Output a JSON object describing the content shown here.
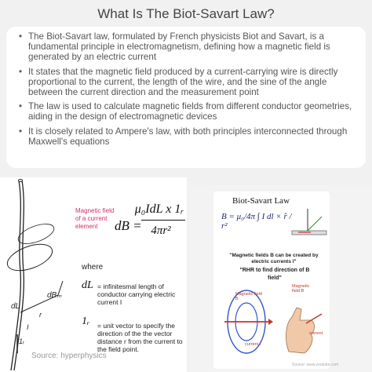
{
  "title": "What Is The Biot-Savart Law?",
  "bullets": [
    "The Biot-Savart law, formulated by French physicists Biot and Savart, is a fundamental principle in electromagnetism, defining how a magnetic field is generated by an electric current",
    "It states that the magnetic field produced by a current-carrying wire is directly proportional to the current, the length of the wire, and the sine of the angle between the current direction and the measurement point",
    "The law is used to calculate magnetic fields from different conductor geometries, aiding in the design of electromagnetic devices",
    "It is closely related to Ampere's law, with both principles interconnected through Maxwell's equations"
  ],
  "left_figure": {
    "red_label": "Magnetic field of a current element",
    "equation_lhs": "dB =",
    "numerator": "μ₀IdL x 1ᵣ",
    "denominator": "4πr²",
    "where": "where",
    "dL_symbol": "dL",
    "dL_desc": "= infinitesmal length of conductor carrying electric current I",
    "unit_symbol": "1ᵣ",
    "unit_desc": "= unit vector to specify the direction of the the vector distance r from the current to the field point.",
    "labels": {
      "dB": "dBₘ",
      "dL": "dL",
      "r": "r",
      "I": "I",
      "one_r": "1ᵣ"
    },
    "source": "Source: hyperphysics"
  },
  "right_figure": {
    "title": "Biot-Savart Law",
    "equation": "B = μ₀/4π ∫ I dl × r̂ / r²",
    "caption": "\"Magnetic fields B can be created by electric currents I\"",
    "rhr": "\"RHR to find direction of B field\"",
    "label_mfB": "Magnetic field B",
    "label_current": "current I",
    "label_mfB2": "Magnetic field B",
    "label_current2": "current",
    "source": "Source: www.youtube.com"
  },
  "colors": {
    "accent_red": "#d0306a",
    "text": "#555555",
    "card": "#ffffff",
    "background": "#f1f1f1"
  }
}
